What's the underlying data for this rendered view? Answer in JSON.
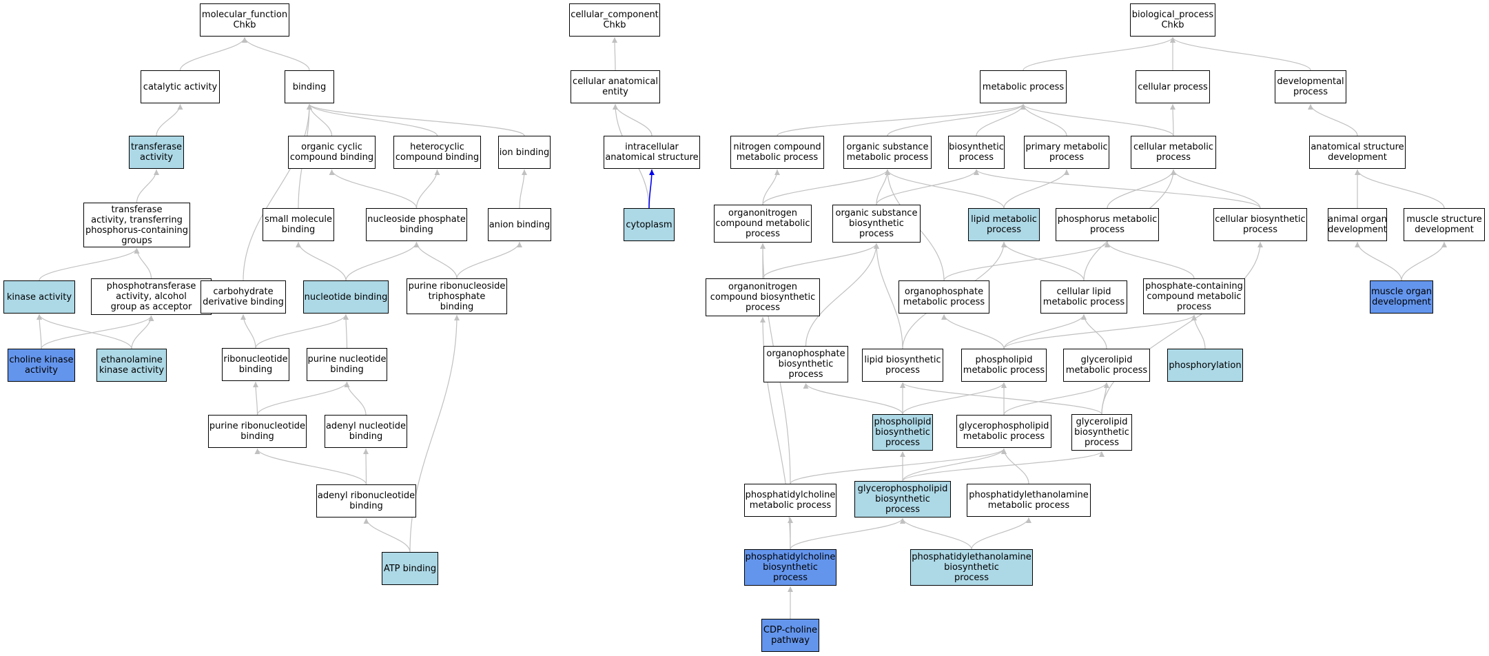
{
  "colors": {
    "edge": "#c0c0c0",
    "edge_highlight": "#0000ee",
    "fill_default": "#ffffff",
    "fill_light": "#add8e6",
    "fill_strong": "#6495ed"
  },
  "nodes": [
    {
      "id": "mf_root",
      "lines": [
        "molecular_function",
        "Chkb"
      ],
      "fill": "default"
    },
    {
      "id": "catalytic",
      "lines": [
        "catalytic activity"
      ],
      "fill": "default"
    },
    {
      "id": "binding",
      "lines": [
        "binding"
      ],
      "fill": "default"
    },
    {
      "id": "transferase",
      "lines": [
        "transferase",
        "activity"
      ],
      "fill": "light"
    },
    {
      "id": "transferase_p",
      "lines": [
        "transferase",
        "activity, transferring",
        "phosphorus-containing",
        "groups"
      ],
      "fill": "default"
    },
    {
      "id": "kinase",
      "lines": [
        "kinase activity"
      ],
      "fill": "light"
    },
    {
      "id": "phosphotransferase",
      "lines": [
        "phosphotransferase",
        "activity, alcohol",
        "group as acceptor"
      ],
      "fill": "default"
    },
    {
      "id": "choline_kinase",
      "lines": [
        "choline kinase",
        "activity"
      ],
      "fill": "strong"
    },
    {
      "id": "ethanolamine_kinase",
      "lines": [
        "ethanolamine",
        "kinase activity"
      ],
      "fill": "light"
    },
    {
      "id": "organic_cyclic",
      "lines": [
        "organic cyclic",
        "compound binding"
      ],
      "fill": "default"
    },
    {
      "id": "heterocyclic",
      "lines": [
        "heterocyclic",
        "compound binding"
      ],
      "fill": "default"
    },
    {
      "id": "ion_binding",
      "lines": [
        "ion binding"
      ],
      "fill": "default"
    },
    {
      "id": "small_molecule",
      "lines": [
        "small molecule",
        "binding"
      ],
      "fill": "default"
    },
    {
      "id": "nucleoside_phosphate",
      "lines": [
        "nucleoside phosphate",
        "binding"
      ],
      "fill": "default"
    },
    {
      "id": "anion_binding",
      "lines": [
        "anion binding"
      ],
      "fill": "default"
    },
    {
      "id": "carbohydrate_deriv",
      "lines": [
        "carbohydrate",
        "derivative binding"
      ],
      "fill": "default"
    },
    {
      "id": "nucleotide_binding",
      "lines": [
        "nucleotide binding"
      ],
      "fill": "light"
    },
    {
      "id": "purine_ribonucleoside_tp",
      "lines": [
        "purine ribonucleoside",
        "triphosphate",
        "binding"
      ],
      "fill": "default"
    },
    {
      "id": "ribonucleotide",
      "lines": [
        "ribonucleotide",
        "binding"
      ],
      "fill": "default"
    },
    {
      "id": "purine_nucleotide",
      "lines": [
        "purine nucleotide",
        "binding"
      ],
      "fill": "default"
    },
    {
      "id": "purine_ribonucleotide",
      "lines": [
        "purine ribonucleotide",
        "binding"
      ],
      "fill": "default"
    },
    {
      "id": "adenyl_nucleotide",
      "lines": [
        "adenyl nucleotide",
        "binding"
      ],
      "fill": "default"
    },
    {
      "id": "adenyl_ribonucleotide",
      "lines": [
        "adenyl ribonucleotide",
        "binding"
      ],
      "fill": "default"
    },
    {
      "id": "atp_binding",
      "lines": [
        "ATP binding"
      ],
      "fill": "light"
    },
    {
      "id": "cc_root",
      "lines": [
        "cellular_component",
        "Chkb"
      ],
      "fill": "default"
    },
    {
      "id": "cell_anat",
      "lines": [
        "cellular anatomical",
        "entity"
      ],
      "fill": "default"
    },
    {
      "id": "intracell_anat",
      "lines": [
        "intracellular",
        "anatomical structure"
      ],
      "fill": "default"
    },
    {
      "id": "cytoplasm",
      "lines": [
        "cytoplasm"
      ],
      "fill": "light"
    },
    {
      "id": "bp_root",
      "lines": [
        "biological_process",
        "Chkb"
      ],
      "fill": "default"
    },
    {
      "id": "metabolic",
      "lines": [
        "metabolic process"
      ],
      "fill": "default"
    },
    {
      "id": "cellular_process",
      "lines": [
        "cellular process"
      ],
      "fill": "default"
    },
    {
      "id": "developmental",
      "lines": [
        "developmental",
        "process"
      ],
      "fill": "default"
    },
    {
      "id": "nitrogen_compound",
      "lines": [
        "nitrogen compound",
        "metabolic process"
      ],
      "fill": "default"
    },
    {
      "id": "organic_substance_met",
      "lines": [
        "organic substance",
        "metabolic process"
      ],
      "fill": "default"
    },
    {
      "id": "biosynthetic",
      "lines": [
        "biosynthetic",
        "process"
      ],
      "fill": "default"
    },
    {
      "id": "primary_met",
      "lines": [
        "primary metabolic",
        "process"
      ],
      "fill": "default"
    },
    {
      "id": "cellular_met",
      "lines": [
        "cellular metabolic",
        "process"
      ],
      "fill": "default"
    },
    {
      "id": "anat_struct_dev",
      "lines": [
        "anatomical structure",
        "development"
      ],
      "fill": "default"
    },
    {
      "id": "organonitrogen_met",
      "lines": [
        "organonitrogen",
        "compound metabolic",
        "process"
      ],
      "fill": "default"
    },
    {
      "id": "organic_substance_bio",
      "lines": [
        "organic substance",
        "biosynthetic",
        "process"
      ],
      "fill": "default"
    },
    {
      "id": "lipid_met",
      "lines": [
        "lipid metabolic",
        "process"
      ],
      "fill": "light"
    },
    {
      "id": "phosphorus_met",
      "lines": [
        "phosphorus metabolic",
        "process"
      ],
      "fill": "default"
    },
    {
      "id": "cellular_bio",
      "lines": [
        "cellular biosynthetic",
        "process"
      ],
      "fill": "default"
    },
    {
      "id": "animal_organ_dev",
      "lines": [
        "animal organ",
        "development"
      ],
      "fill": "default"
    },
    {
      "id": "muscle_struct_dev",
      "lines": [
        "muscle structure",
        "development"
      ],
      "fill": "default"
    },
    {
      "id": "organonitrogen_bio",
      "lines": [
        "organonitrogen",
        "compound biosynthetic",
        "process"
      ],
      "fill": "default"
    },
    {
      "id": "organophosphate_met",
      "lines": [
        "organophosphate",
        "metabolic process"
      ],
      "fill": "default"
    },
    {
      "id": "cellular_lipid_met",
      "lines": [
        "cellular lipid",
        "metabolic process"
      ],
      "fill": "default"
    },
    {
      "id": "phosphate_containing",
      "lines": [
        "phosphate-containing",
        "compound metabolic",
        "process"
      ],
      "fill": "default"
    },
    {
      "id": "muscle_organ_dev",
      "lines": [
        "muscle organ",
        "development"
      ],
      "fill": "strong"
    },
    {
      "id": "organophosphate_bio",
      "lines": [
        "organophosphate",
        "biosynthetic",
        "process"
      ],
      "fill": "default"
    },
    {
      "id": "lipid_bio",
      "lines": [
        "lipid biosynthetic",
        "process"
      ],
      "fill": "default"
    },
    {
      "id": "phospholipid_met",
      "lines": [
        "phospholipid",
        "metabolic process"
      ],
      "fill": "default"
    },
    {
      "id": "glycerolipid_met",
      "lines": [
        "glycerolipid",
        "metabolic process"
      ],
      "fill": "default"
    },
    {
      "id": "phosphorylation",
      "lines": [
        "phosphorylation"
      ],
      "fill": "light"
    },
    {
      "id": "phospholipid_bio",
      "lines": [
        "phospholipid",
        "biosynthetic",
        "process"
      ],
      "fill": "light"
    },
    {
      "id": "glycerophospholipid_met",
      "lines": [
        "glycerophospholipid",
        "metabolic process"
      ],
      "fill": "default"
    },
    {
      "id": "glycerolipid_bio",
      "lines": [
        "glycerolipid",
        "biosynthetic",
        "process"
      ],
      "fill": "default"
    },
    {
      "id": "phosphatidylcholine_met",
      "lines": [
        "phosphatidylcholine",
        "metabolic process"
      ],
      "fill": "default"
    },
    {
      "id": "glycerophospholipid_bio",
      "lines": [
        "glycerophospholipid",
        "biosynthetic",
        "process"
      ],
      "fill": "light"
    },
    {
      "id": "phosphatidylethanolamine_met",
      "lines": [
        "phosphatidylethanolamine",
        "metabolic process"
      ],
      "fill": "default"
    },
    {
      "id": "phosphatidylcholine_bio",
      "lines": [
        "phosphatidylcholine",
        "biosynthetic",
        "process"
      ],
      "fill": "strong"
    },
    {
      "id": "phosphatidylethanolamine_bio",
      "lines": [
        "phosphatidylethanolamine",
        "biosynthetic",
        "process"
      ],
      "fill": "light"
    },
    {
      "id": "cdp_choline",
      "lines": [
        "CDP-choline",
        "pathway"
      ],
      "fill": "strong"
    }
  ],
  "edges": [
    [
      "catalytic",
      "mf_root"
    ],
    [
      "binding",
      "mf_root"
    ],
    [
      "transferase",
      "catalytic"
    ],
    [
      "transferase_p",
      "transferase"
    ],
    [
      "kinase",
      "transferase_p"
    ],
    [
      "phosphotransferase",
      "transferase_p"
    ],
    [
      "choline_kinase",
      "kinase"
    ],
    [
      "choline_kinase",
      "phosphotransferase"
    ],
    [
      "ethanolamine_kinase",
      "kinase"
    ],
    [
      "ethanolamine_kinase",
      "phosphotransferase"
    ],
    [
      "organic_cyclic",
      "binding"
    ],
    [
      "heterocyclic",
      "binding"
    ],
    [
      "ion_binding",
      "binding"
    ],
    [
      "small_molecule",
      "binding"
    ],
    [
      "carbohydrate_deriv",
      "binding"
    ],
    [
      "nucleoside_phosphate",
      "organic_cyclic"
    ],
    [
      "nucleoside_phosphate",
      "heterocyclic"
    ],
    [
      "anion_binding",
      "ion_binding"
    ],
    [
      "nucleotide_binding",
      "small_molecule"
    ],
    [
      "nucleotide_binding",
      "nucleoside_phosphate"
    ],
    [
      "purine_ribonucleoside_tp",
      "nucleoside_phosphate"
    ],
    [
      "purine_ribonucleoside_tp",
      "anion_binding"
    ],
    [
      "ribonucleotide",
      "carbohydrate_deriv"
    ],
    [
      "ribonucleotide",
      "nucleotide_binding"
    ],
    [
      "purine_nucleotide",
      "nucleotide_binding"
    ],
    [
      "purine_ribonucleotide",
      "ribonucleotide"
    ],
    [
      "purine_ribonucleotide",
      "purine_nucleotide"
    ],
    [
      "adenyl_nucleotide",
      "purine_nucleotide"
    ],
    [
      "adenyl_ribonucleotide",
      "purine_ribonucleotide"
    ],
    [
      "adenyl_ribonucleotide",
      "adenyl_nucleotide"
    ],
    [
      "atp_binding",
      "adenyl_ribonucleotide"
    ],
    [
      "atp_binding",
      "purine_ribonucleoside_tp"
    ],
    [
      "cell_anat",
      "cc_root"
    ],
    [
      "intracell_anat",
      "cell_anat"
    ],
    [
      "cytoplasm",
      "cell_anat"
    ],
    [
      "metabolic",
      "bp_root"
    ],
    [
      "cellular_process",
      "bp_root"
    ],
    [
      "developmental",
      "bp_root"
    ],
    [
      "nitrogen_compound",
      "metabolic"
    ],
    [
      "organic_substance_met",
      "metabolic"
    ],
    [
      "biosynthetic",
      "metabolic"
    ],
    [
      "primary_met",
      "metabolic"
    ],
    [
      "cellular_met",
      "metabolic"
    ],
    [
      "cellular_met",
      "cellular_process"
    ],
    [
      "anat_struct_dev",
      "developmental"
    ],
    [
      "organonitrogen_met",
      "nitrogen_compound"
    ],
    [
      "organonitrogen_met",
      "organic_substance_met"
    ],
    [
      "organic_substance_bio",
      "organic_substance_met"
    ],
    [
      "organic_substance_bio",
      "biosynthetic"
    ],
    [
      "lipid_met",
      "organic_substance_met"
    ],
    [
      "lipid_met",
      "primary_met"
    ],
    [
      "phosphorus_met",
      "cellular_met"
    ],
    [
      "cellular_bio",
      "cellular_met"
    ],
    [
      "cellular_bio",
      "biosynthetic"
    ],
    [
      "animal_organ_dev",
      "anat_struct_dev"
    ],
    [
      "muscle_struct_dev",
      "anat_struct_dev"
    ],
    [
      "organonitrogen_bio",
      "organonitrogen_met"
    ],
    [
      "organonitrogen_bio",
      "organic_substance_bio"
    ],
    [
      "organophosphate_met",
      "organic_substance_met"
    ],
    [
      "organophosphate_met",
      "phosphorus_met"
    ],
    [
      "cellular_lipid_met",
      "lipid_met"
    ],
    [
      "cellular_lipid_met",
      "cellular_met"
    ],
    [
      "phosphate_containing",
      "phosphorus_met"
    ],
    [
      "muscle_organ_dev",
      "animal_organ_dev"
    ],
    [
      "muscle_organ_dev",
      "muscle_struct_dev"
    ],
    [
      "organophosphate_bio",
      "organic_substance_bio"
    ],
    [
      "lipid_bio",
      "organic_substance_bio"
    ],
    [
      "lipid_bio",
      "lipid_met"
    ],
    [
      "phospholipid_met",
      "organophosphate_met"
    ],
    [
      "phospholipid_met",
      "cellular_lipid_met"
    ],
    [
      "phospholipid_met",
      "phosphate_containing"
    ],
    [
      "glycerolipid_met",
      "cellular_lipid_met"
    ],
    [
      "phosphorylation",
      "phosphate_containing"
    ],
    [
      "phospholipid_bio",
      "organophosphate_bio"
    ],
    [
      "phospholipid_bio",
      "lipid_bio"
    ],
    [
      "phospholipid_bio",
      "phospholipid_met"
    ],
    [
      "glycerophospholipid_met",
      "phospholipid_met"
    ],
    [
      "glycerophospholipid_met",
      "glycerolipid_met"
    ],
    [
      "glycerolipid_bio",
      "lipid_bio"
    ],
    [
      "glycerolipid_bio",
      "glycerolipid_met"
    ],
    [
      "glycerolipid_bio",
      "cellular_bio"
    ],
    [
      "phosphatidylcholine_met",
      "organonitrogen_met"
    ],
    [
      "phosphatidylcholine_met",
      "glycerophospholipid_met"
    ],
    [
      "glycerophospholipid_bio",
      "phospholipid_bio"
    ],
    [
      "glycerophospholipid_bio",
      "glycerophospholipid_met"
    ],
    [
      "glycerophospholipid_bio",
      "glycerolipid_bio"
    ],
    [
      "phosphatidylethanolamine_met",
      "glycerophospholipid_met"
    ],
    [
      "phosphatidylcholine_bio",
      "phosphatidylcholine_met"
    ],
    [
      "phosphatidylcholine_bio",
      "glycerophospholipid_bio"
    ],
    [
      "phosphatidylcholine_bio",
      "organonitrogen_bio"
    ],
    [
      "phosphatidylethanolamine_bio",
      "glycerophospholipid_bio"
    ],
    [
      "phosphatidylethanolamine_bio",
      "phosphatidylethanolamine_met"
    ],
    [
      "cdp_choline",
      "phosphatidylcholine_bio"
    ]
  ],
  "highlighted_edges": [
    [
      "cytoplasm",
      "intracell_anat"
    ]
  ]
}
